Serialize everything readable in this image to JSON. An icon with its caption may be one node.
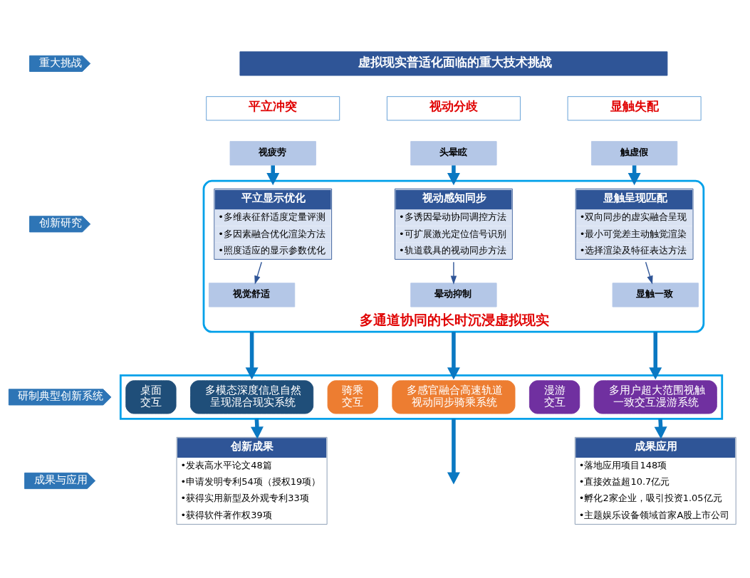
{
  "diagram": {
    "nodes": [
      {
        "text": [
          "重大挑战"
        ]
      },
      {
        "text": [
          "虚拟现实普适化面临的重大技术挑战"
        ]
      },
      {
        "text": [
          "平立冲突"
        ]
      },
      {
        "text": [
          "视疲劳"
        ]
      },
      {
        "text": [
          "视动分歧"
        ]
      },
      {
        "text": [
          "头晕眩"
        ]
      },
      {
        "text": [
          "显触失配"
        ]
      },
      {
        "text": [
          "触虚假"
        ]
      },
      {
        "text": [
          "创新研究"
        ]
      },
      {
        "text": [
          "多通道协同的长时沉浸虚拟现实"
        ]
      },
      {
        "text": [
          "平立显示优化",
          "•多维表征舒适度定量评测",
          "•多因素融合优化渲染方法",
          "•照度适应的显示参数优化"
        ],
        "in": 9
      },
      {
        "text": [
          "视觉舒适"
        ],
        "in": 9
      },
      {
        "text": [
          "视动感知同步",
          "•多诱因晕动协同调控方法",
          "•可扩展激光定位信号识别",
          "•轨道载具的视动同步方法"
        ],
        "in": 9
      },
      {
        "text": [
          "晕动抑制"
        ],
        "in": 9
      },
      {
        "text": [
          "显触呈现匹配",
          "•双向同步的虚实融合呈现",
          "•最小可觉差主动触觉渲染",
          "•选择渲染及特征表达方法"
        ],
        "in": 9
      },
      {
        "text": [
          "显触一致"
        ],
        "in": 9
      },
      {
        "text": [
          "研制典型创新系统"
        ]
      },
      {
        "text": [],
        "shape": "box"
      },
      {
        "text": [
          "桌面交互"
        ],
        "in": 17
      },
      {
        "text": [
          "多模态深度信息自然呈现混合现实系统"
        ],
        "in": 17
      },
      {
        "text": [
          "骑乘交互"
        ],
        "in": 17
      },
      {
        "text": [
          "多感官融合高速轨道视动同步骑乘系统"
        ],
        "in": 17
      },
      {
        "text": [
          "漫游交互"
        ],
        "in": 17
      },
      {
        "text": [
          "多用户超大范围视触一致交互漫游系统"
        ],
        "in": 17
      },
      {
        "text": [
          "成果与应用"
        ]
      },
      {
        "text": [
          "创新成果",
          "•发表高水平论文48篇",
          "•申请发明专利54项（授权19项）",
          "•获得实用新型及外观专利33项",
          "•获得软件著作权39项"
        ]
      },
      {
        "text": [
          "成果应用",
          "•落地应用项目148项",
          "•直接效益超10.7亿元",
          "•孵化2家企业，吸引投资1.05亿元",
          "•主题娱乐设备领域首家A股上市公司"
        ]
      }
    ],
    "edges": [
      {
        "from": 3,
        "to": 9,
        "arrow": "to"
      },
      {
        "from": 5,
        "to": 9,
        "arrow": "to"
      },
      {
        "from": 7,
        "to": 9,
        "arrow": "to"
      },
      {
        "from": 10,
        "to": 11,
        "arrow": "to"
      },
      {
        "from": 12,
        "to": 13,
        "arrow": "to"
      },
      {
        "from": 14,
        "to": 15,
        "arrow": "to"
      },
      {
        "from": 9,
        "to": 17,
        "arrow": "to"
      },
      {
        "from": 9,
        "to": 17,
        "arrow": "to"
      },
      {
        "from": 9,
        "to": 17,
        "arrow": "to"
      },
      {
        "from": 17,
        "to": 25,
        "arrow": "to"
      },
      {
        "from": 17,
        "to": null,
        "arrow": "to"
      },
      {
        "from": 17,
        "to": 26,
        "arrow": "to"
      }
    ]
  }
}
